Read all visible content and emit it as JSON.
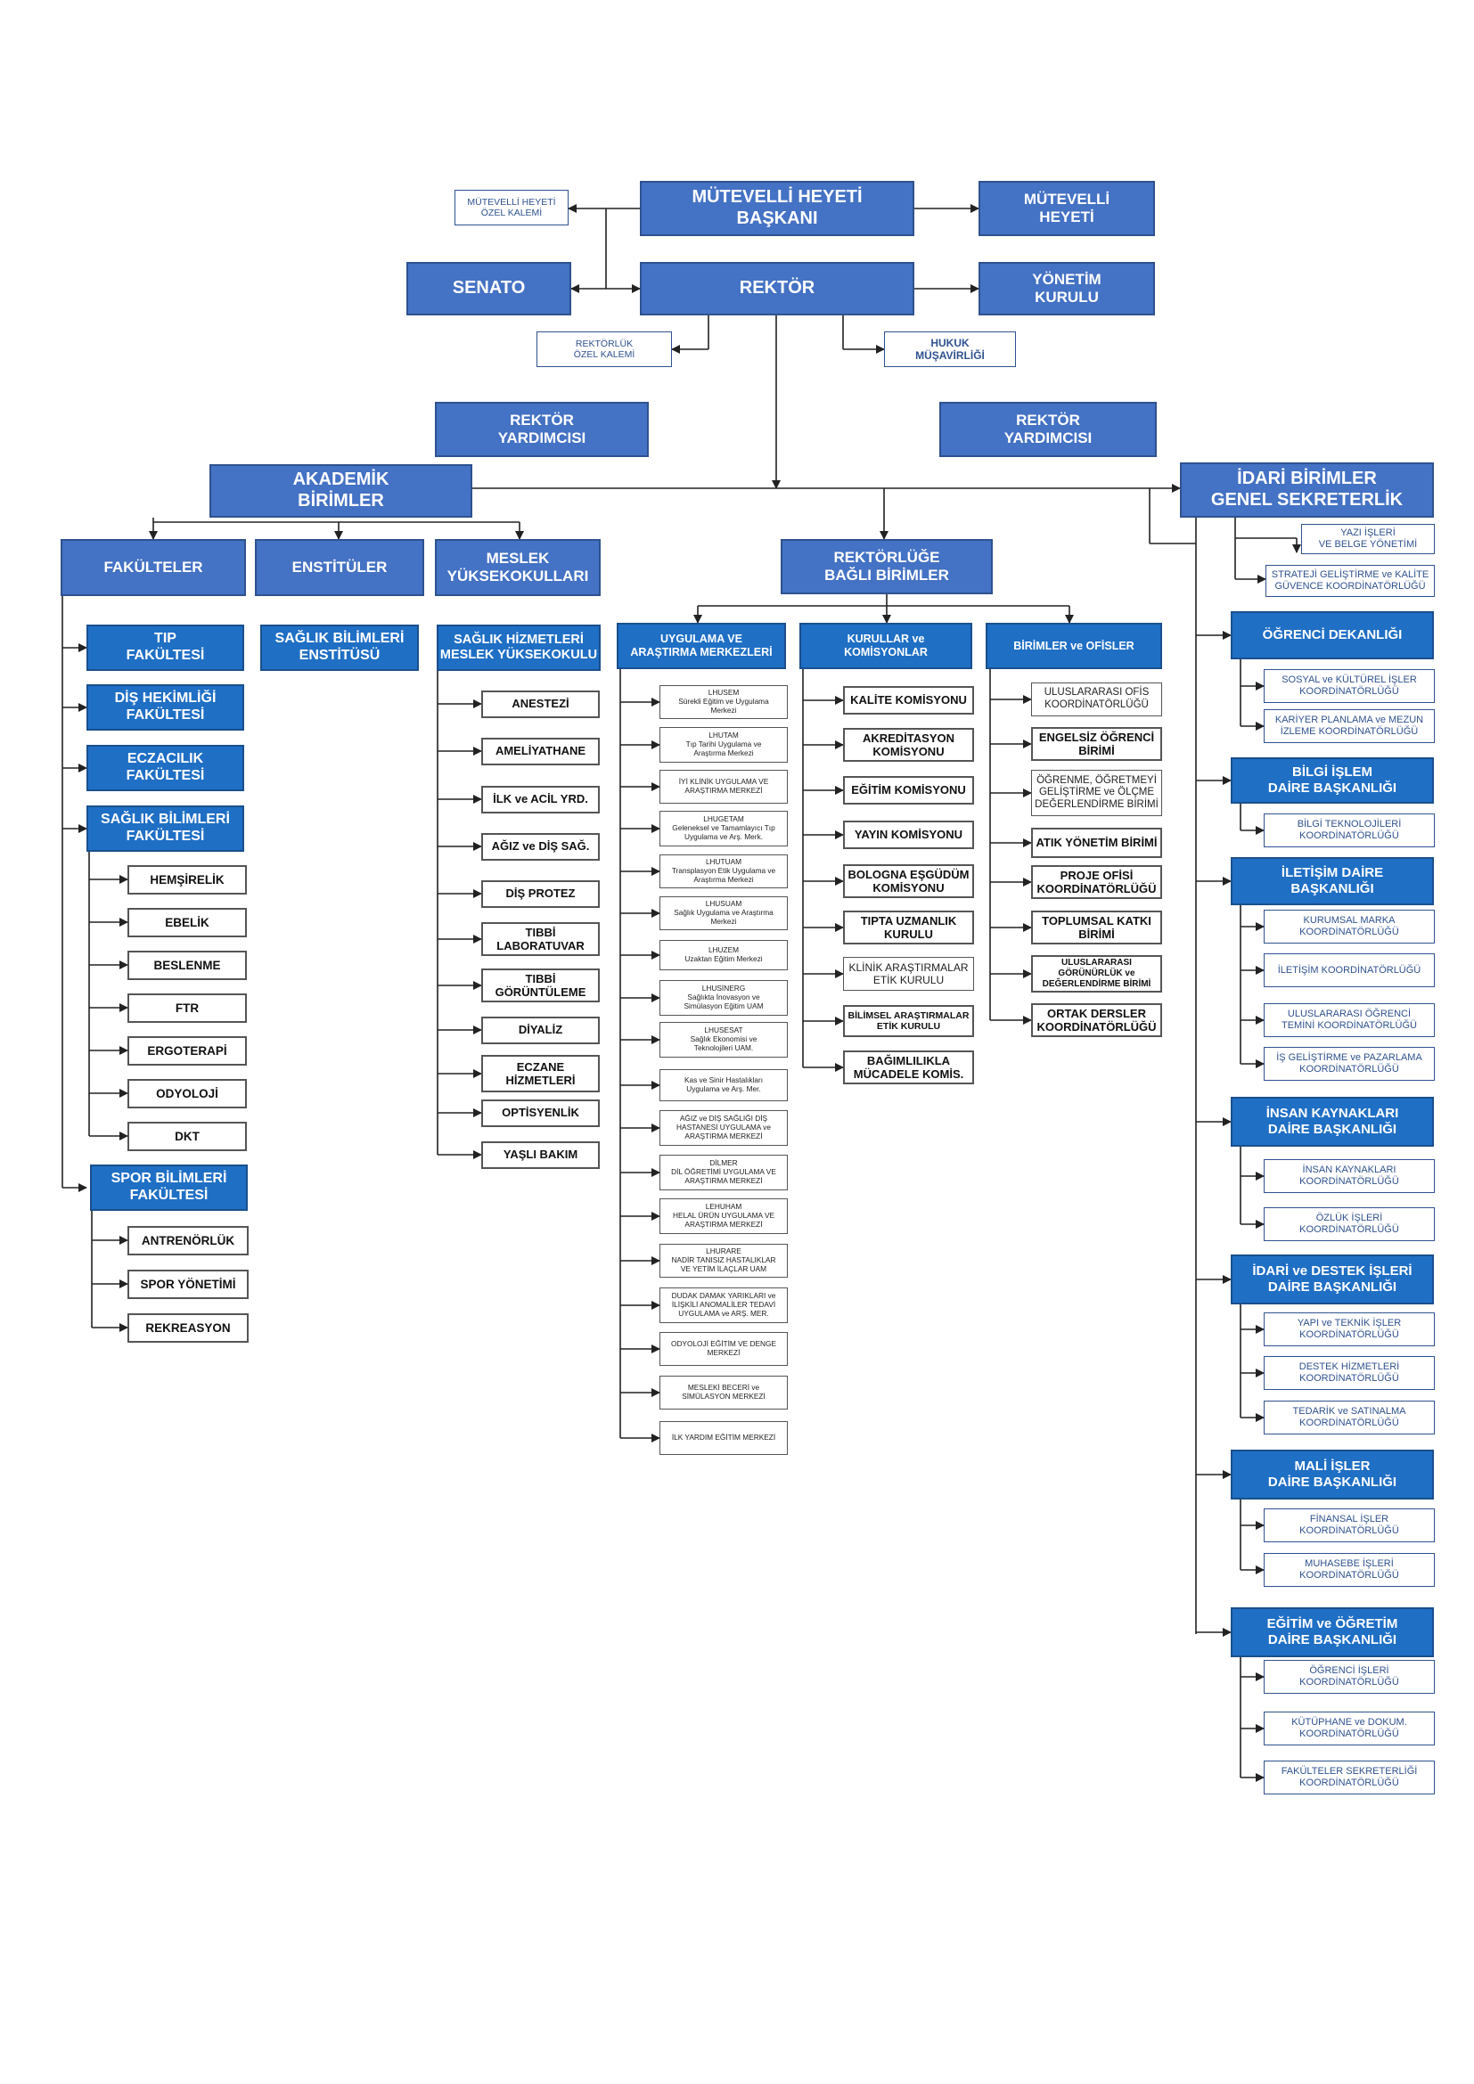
{
  "top": {
    "mutevelli_baskan": "MÜTEVELLİ HEYETİ\nBAŞKANI",
    "mutevelli_heyeti": "MÜTEVELLİ\nHEYETİ",
    "mutevelli_ozel": "MÜTEVELLİ HEYETİ\nÖZEL KALEMİ",
    "senato": "SENATO",
    "rektor": "REKTÖR",
    "yonetim": "YÖNETİM\nKURULU",
    "rektorluk_ozel": "REKTÖRLÜK\nÖZEL KALEMİ",
    "hukuk": "HUKUK\nMÜŞAVİRLİĞİ",
    "yardimci1": "REKTÖR\nYARDIMCISI",
    "yardimci2": "REKTÖR\nYARDIMCISI"
  },
  "akademik": {
    "title": "AKADEMİK\nBİRİMLER",
    "fakulteler": "FAKÜLTELER",
    "enstituler": "ENSTİTÜLER",
    "meslek": "MESLEK\nYÜKSEKOKULLARI",
    "tip": "TIP\nFAKÜLTESİ",
    "dis": "DİŞ HEKİMLİĞİ\nFAKÜLTESİ",
    "eczacilik": "ECZACILIK\nFAKÜLTESİ",
    "saglik": "SAĞLIK BİLİMLERİ\nFAKÜLTESİ",
    "saglik_bolumleri": [
      "HEMŞİRELİK",
      "EBELİK",
      "BESLENME",
      "FTR",
      "ERGOTERAPİ",
      "ODYOLOJİ",
      "DKT"
    ],
    "spor": "SPOR BİLİMLERİ\nFAKÜLTESİ",
    "spor_bolumleri": [
      "ANTRENÖRLÜK",
      "SPOR YÖNETİMİ",
      "REKREASYON"
    ],
    "enstitu": "SAĞLIK BİLİMLERİ\nENSTİTÜSÜ",
    "myo": "SAĞLIK HİZMETLERİ\nMESLEK YÜKSEKOKULU",
    "myo_programlari": [
      "ANESTEZİ",
      "AMELİYATHANE",
      "İLK ve ACİL YRD.",
      "AĞIZ ve DİŞ SAĞ.",
      "DİŞ PROTEZ",
      "TIBBİ\nLABORATUVAR",
      "TIBBİ\nGÖRÜNTÜLEME",
      "DİYALİZ",
      "ECZANE\nHİZMETLERİ",
      "OPTİSYENLİK",
      "YAŞLI BAKIM"
    ]
  },
  "bagli": {
    "title": "REKTÖRLÜĞE\nBAĞLI BİRİMLER",
    "uam_title": "UYGULAMA VE\nARAŞTIRMA MERKEZLERİ",
    "uam": [
      "LHUSEM\nSürekli Eğitim ve Uygulama\nMerkezi",
      "LHUTAM\nTıp Tarihi Uygulama ve\nAraştırma Merkezi",
      "İYİ KLİNİK UYGULAMA VE\nARAŞTIRMA MERKEZİ",
      "LHUGETAM\nGeleneksel ve Tamamlayıcı Tıp\nUygulama ve Arş. Merk.",
      "LHUTUAM\nTransplasyon Etik Uygulama ve\nAraştırma Merkezi",
      "LHUSUAM\nSağlık Uygulama ve Araştırma\nMerkezi",
      "LHUZEM\nUzaktan Eğitim Merkezi",
      "LHUSİNERG\nSağlıkta İnovasyon ve\nSimülasyon Eğitim UAM",
      "LHUSESAT\nSağlık Ekonomisi ve\nTeknolojileri UAM.",
      "Kas ve Sinir Hastalıkları\nUygulama ve Arş. Mer.",
      "AĞIZ ve DİŞ SAĞLIĞI DİŞ\nHASTANESİ UYGULAMA ve\nARAŞTIRMA MERKEZİ",
      "DİLMER\nDİL ÖĞRETİMİ UYGULAMA VE\nARAŞTIRMA MERKEZİ",
      "LEHUHAM\nHELAL ÜRÜN UYGULAMA VE\nARAŞTIRMA MERKEZİ",
      "LHURARE\nNADİR TANISIZ HASTALIKLAR\nVE YETİM İLAÇLAR UAM",
      "DUDAK DAMAK YARIKLARI ve\nİLİŞKİLİ ANOMALİLER TEDAVİ\nUYGULAMA ve ARŞ. MER.",
      "ODYOLOJİ EĞİTİM VE DENGE\nMERKEZİ",
      "MESLEKİ BECERİ ve\nSİMÜLASYON MERKEZİ",
      "İLK YARDIM EĞİTİM MERKEZİ"
    ],
    "kurul_title": "KURULLAR ve\nKOMİSYONLAR",
    "kurullar": [
      "KALİTE KOMİSYONU",
      "AKREDİTASYON\nKOMİSYONU",
      "EĞİTİM KOMİSYONU",
      "YAYIN KOMİSYONU",
      "BOLOGNA EŞGÜDÜM\nKOMİSYONU",
      "TIPTA UZMANLIK\nKURULU",
      "KLİNİK ARAŞTIRMALAR\nETİK KURULU",
      "BİLİMSEL ARAŞTIRMALAR\nETİK KURULU",
      "BAĞIMLILIKLA\nMÜCADELE KOMİS."
    ],
    "ofis_title": "BİRİMLER ve OFİSLER",
    "ofisler": [
      "ULUSLARARASI OFİS\nKOORDİNATÖRLÜĞÜ",
      "ENGELSİZ ÖĞRENCİ\nBİRİMİ",
      "ÖĞRENME, ÖĞRETMEYİ\nGELİŞTİRME ve ÖLÇME\nDEĞERLENDİRME BİRİMİ",
      "ATIK YÖNETİM BİRİMİ",
      "PROJE OFİSİ\nKOORDİNATÖRLÜĞÜ",
      "TOPLUMSAL KATKI\nBİRİMİ",
      "ULUSLARARASI\nGÖRÜNÜRLÜK ve\nDEĞERLENDİRME BİRİMİ",
      "ORTAK DERSLER\nKOORDİNATÖRLÜĞÜ"
    ]
  },
  "idari": {
    "title": "İDARİ BİRİMLER\nGENEL SEKRETERLİK",
    "genel": [
      "YAZI İŞLERİ\nVE BELGE YÖNETİMİ",
      "STRATEJİ GELİŞTİRME ve KALİTE\nGÜVENCE KOORDİNATÖRLÜĞÜ"
    ],
    "daireler": [
      {
        "title": "ÖĞRENCİ DEKANLIĞI",
        "subs": [
          "SOSYAL ve KÜLTÜREL İŞLER\nKOORDİNATÖRLÜĞÜ",
          "KARİYER PLANLAMA ve MEZUN\nİZLEME KOORDİNATÖRLÜĞÜ"
        ]
      },
      {
        "title": "BİLGİ İŞLEM\nDAİRE BAŞKANLIĞI",
        "subs": [
          "BİLGİ TEKNOLOJİLERİ\nKOORDİNATÖRLÜĞÜ"
        ]
      },
      {
        "title": "İLETİŞİM DAİRE\nBAŞKANLIĞI",
        "subs": [
          "KURUMSAL MARKA\nKOORDİNATÖRLÜĞÜ",
          "İLETİŞİM KOORDİNATÖRLÜĞÜ",
          "ULUSLARARASI ÖĞRENCİ\nTEMİNİ KOORDİNATÖRLÜĞÜ",
          "İŞ GELİŞTİRME ve PAZARLAMA\nKOORDİNATÖRLÜĞÜ"
        ]
      },
      {
        "title": "İNSAN KAYNAKLARI\nDAİRE BAŞKANLIĞI",
        "subs": [
          "İNSAN KAYNAKLARI\nKOORDİNATÖRLÜĞÜ",
          "ÖZLÜK İŞLERİ\nKOORDİNATÖRLÜĞÜ"
        ]
      },
      {
        "title": "İDARİ ve DESTEK İŞLERİ\nDAİRE BAŞKANLIĞI",
        "subs": [
          "YAPI ve TEKNİK İŞLER\nKOORDİNATÖRLÜĞÜ",
          "DESTEK HİZMETLERİ\nKOORDİNATÖRLÜĞÜ",
          "TEDARİK ve SATINALMA\nKOORDİNATÖRLÜĞÜ"
        ]
      },
      {
        "title": "MALİ İŞLER\nDAİRE BAŞKANLIĞI",
        "subs": [
          "FİNANSAL İŞLER\nKOORDİNATÖRLÜĞÜ",
          "MUHASEBE İŞLERİ\nKOORDİNATÖRLÜĞÜ"
        ]
      },
      {
        "title": "EĞİTİM ve ÖĞRETİM\nDAİRE BAŞKANLIĞI",
        "subs": [
          "ÖĞRENCİ İŞLERİ\nKOORDİNATÖRLÜĞÜ",
          "KÜTÜPHANE ve DOKUM.\nKOORDİNATÖRLÜĞÜ",
          "FAKÜLTELER SEKRETERLİĞİ\nKOORDİNATÖRLÜĞÜ"
        ]
      }
    ]
  }
}
